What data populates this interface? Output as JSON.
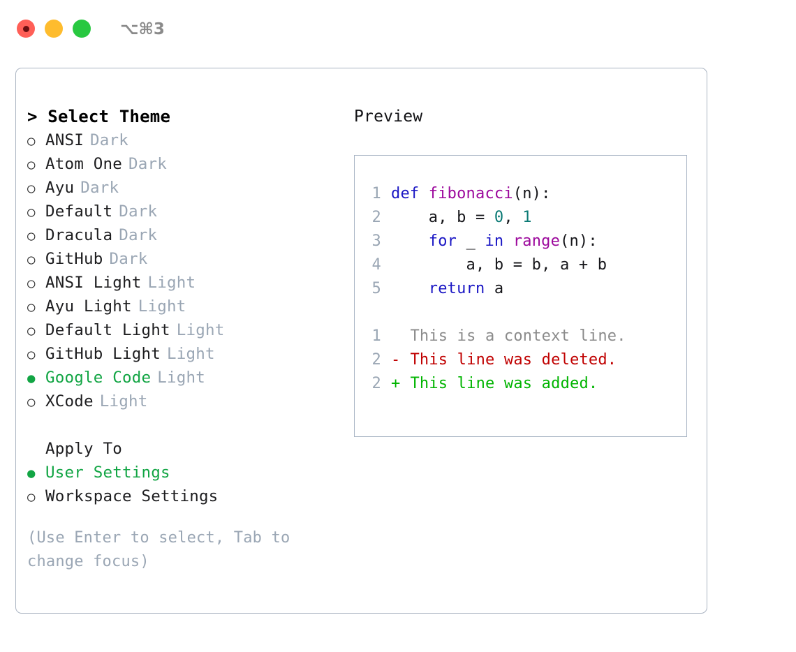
{
  "window": {
    "shortcut": "⌥⌘3",
    "lights": [
      "close",
      "minimize",
      "zoom"
    ]
  },
  "theme_picker": {
    "header": "> Select Theme",
    "options": [
      {
        "marker": "○",
        "name": "ANSI",
        "tag": "Dark",
        "selected": false
      },
      {
        "marker": "○",
        "name": "Atom One",
        "tag": "Dark",
        "selected": false
      },
      {
        "marker": "○",
        "name": "Ayu",
        "tag": "Dark",
        "selected": false
      },
      {
        "marker": "○",
        "name": "Default",
        "tag": "Dark",
        "selected": false
      },
      {
        "marker": "○",
        "name": "Dracula",
        "tag": "Dark",
        "selected": false
      },
      {
        "marker": "○",
        "name": "GitHub",
        "tag": "Dark",
        "selected": false
      },
      {
        "marker": "○",
        "name": "ANSI Light",
        "tag": "Light",
        "selected": false
      },
      {
        "marker": "○",
        "name": "Ayu Light",
        "tag": "Light",
        "selected": false
      },
      {
        "marker": "○",
        "name": "Default Light",
        "tag": "Light",
        "selected": false
      },
      {
        "marker": "○",
        "name": "GitHub Light",
        "tag": "Light",
        "selected": false
      },
      {
        "marker": "●",
        "name": "Google Code",
        "tag": "Light",
        "selected": true
      },
      {
        "marker": "○",
        "name": "XCode",
        "tag": "Light",
        "selected": false
      }
    ]
  },
  "apply_to": {
    "title": "Apply To",
    "options": [
      {
        "marker": "●",
        "name": "User Settings",
        "selected": true
      },
      {
        "marker": "○",
        "name": "Workspace Settings",
        "selected": false
      }
    ]
  },
  "hint": "(Use Enter to select, Tab to change focus)",
  "preview": {
    "title": "Preview",
    "code_lines": [
      {
        "num": "1",
        "tokens": [
          {
            "t": "def ",
            "c": "kw"
          },
          {
            "t": "fibonacci",
            "c": "fn"
          },
          {
            "t": "(n):",
            "c": "txt"
          }
        ]
      },
      {
        "num": "2",
        "tokens": [
          {
            "t": "    a, b = ",
            "c": "txt"
          },
          {
            "t": "0",
            "c": "num"
          },
          {
            "t": ", ",
            "c": "txt"
          },
          {
            "t": "1",
            "c": "num"
          }
        ]
      },
      {
        "num": "3",
        "tokens": [
          {
            "t": "    ",
            "c": "txt"
          },
          {
            "t": "for",
            "c": "kw"
          },
          {
            "t": " _ ",
            "c": "txt"
          },
          {
            "t": "in",
            "c": "kw"
          },
          {
            "t": " ",
            "c": "txt"
          },
          {
            "t": "range",
            "c": "fn"
          },
          {
            "t": "(n):",
            "c": "txt"
          }
        ]
      },
      {
        "num": "4",
        "tokens": [
          {
            "t": "        a, b = b, a + b",
            "c": "txt"
          }
        ]
      },
      {
        "num": "5",
        "tokens": [
          {
            "t": "    ",
            "c": "txt"
          },
          {
            "t": "return",
            "c": "kw"
          },
          {
            "t": " a",
            "c": "txt"
          }
        ]
      }
    ],
    "diff_lines": [
      {
        "num": "1",
        "mark": " ",
        "text": "This is a context line.",
        "kind": "ctx"
      },
      {
        "num": "2",
        "mark": "-",
        "text": "This line was deleted.",
        "kind": "del"
      },
      {
        "num": "2",
        "mark": "+",
        "text": "This line was added.",
        "kind": "add"
      }
    ]
  },
  "colors": {
    "accent_green": "#12a544",
    "tag_gray": "#9aa6b4",
    "border": "#aab4c2",
    "keyword": "#1a16c4",
    "function": "#9c089c",
    "number": "#0b7a75",
    "diff_add": "#00b400",
    "diff_del": "#c00000",
    "diff_ctx": "#8b8b8b"
  }
}
